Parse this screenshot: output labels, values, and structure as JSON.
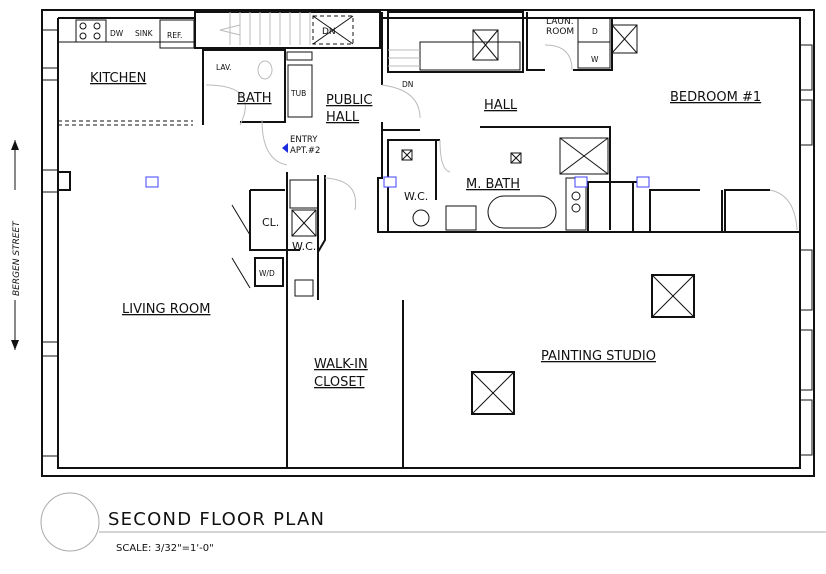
{
  "title": "SECOND FLOOR PLAN",
  "scale": "SCALE: 3/32\"=1'-0\"",
  "street": "BERGEN STREET",
  "rooms": {
    "kitchen": "KITCHEN",
    "bath": "BATH",
    "public_hall": [
      "PUBLIC",
      "HALL"
    ],
    "hall": "HALL",
    "laundry": [
      "LAUN.",
      "ROOM"
    ],
    "bedroom": "BEDROOM #1",
    "m_bath": "M. BATH",
    "wc_1": "W.C.",
    "wc_2": "W.C.",
    "closet": "CL.",
    "wd": "W/D",
    "living_room": "LIVING ROOM",
    "walk_in_closet": [
      "WALK-IN",
      "CLOSET"
    ],
    "painting_studio": "PAINTING STUDIO"
  },
  "fixtures": {
    "dw": "DW",
    "sink": "SINK",
    "ref": "REF.",
    "lav": "LAV.",
    "tub": "TUB",
    "dn_1": "DN",
    "dn_2": "DN",
    "dryer": "D",
    "washer": "W"
  },
  "entry": [
    "ENTRY",
    "APT.#2"
  ],
  "colors": {
    "entry_marker": "#1a2ee0",
    "column": "#4040ff"
  }
}
